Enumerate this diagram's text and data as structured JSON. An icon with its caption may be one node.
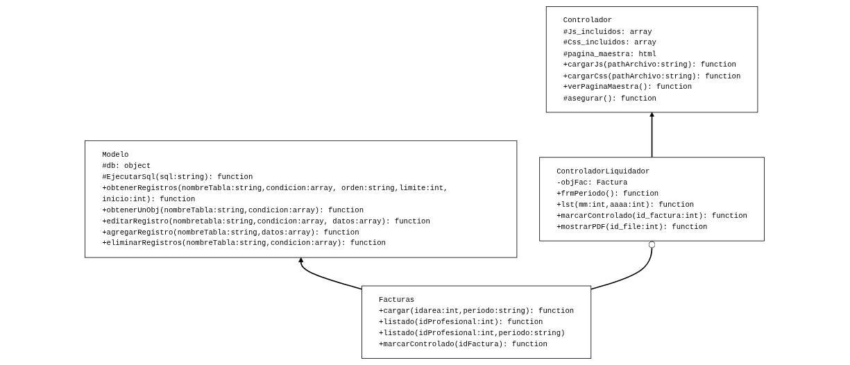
{
  "diagram": {
    "nodes": [
      {
        "text": [
          "Controlador",
          "#Js_incluidos: array",
          "#Css_incluidos: array",
          "#pagina_maestra: html",
          "+cargarJs(pathArchivo:string): function",
          "+cargarCss(pathArchivo:string): function",
          "+verPaginaMaestra(): function",
          "#asegurar(): function"
        ]
      },
      {
        "text": [
          "Modelo",
          "#db: object",
          "#EjecutarSql(sql:string): function",
          "+obtenerRegistros(nombreTabla:string,condicion:array, orden:string,limite:int, inicio:int): function",
          "+obtenerUnObj(nombreTabla:string,condicion:array): function",
          "+editarRegistro(nombretabla:string,condicion:array, datos:array): function",
          "+agregarRegistro(nombreTabla:string,datos:array): function",
          "+eliminarRegistros(nombreTabla:string,condicion:array): function"
        ]
      },
      {
        "text": [
          "ControladorLiquidador",
          "-objFac: Factura",
          "+frmPeriodo(): function",
          "+lst(mm:int,aaaa:int): function",
          "+marcarControlado(id_factura:int): function",
          "+mostrarPDF(id_file:int): function"
        ]
      },
      {
        "text": [
          "Facturas",
          "+cargar(idarea:int,periodo:string): function",
          "+listado(idProfesional:int): function",
          "+listado(idProfesional:int,periodo:string)",
          "+marcarControlado(idFactura): function"
        ]
      }
    ],
    "edges": [
      {
        "from": 2,
        "to": 0,
        "arrow": "to"
      },
      {
        "from": 3,
        "to": 1,
        "arrow": "to"
      },
      {
        "from": 3,
        "to": 2,
        "arrow": "other"
      }
    ]
  }
}
